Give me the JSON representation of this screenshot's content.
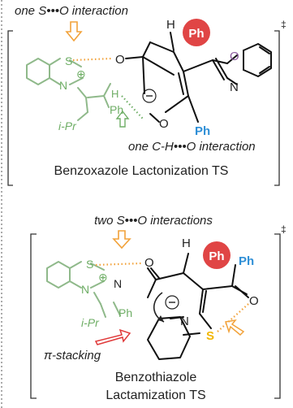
{
  "top_panel": {
    "annotation_top": "one S•••O interaction",
    "annotation_bottom": "one C-H•••O interaction",
    "caption": "Benzoxazole Lactonization TS",
    "dagger": "‡",
    "atoms": {
      "s": "S",
      "n": "N",
      "plus": "⊕",
      "o_carbonyl": "O",
      "h": "H",
      "ph_badge": "Ph",
      "o_oxazole": "O",
      "n_oxazole": "N",
      "o_enolate": "O",
      "minus": "⊖",
      "ph_blue": "Ph",
      "ph_green": "Ph",
      "h_green": "H",
      "ipr": "i-Pr"
    }
  },
  "bottom_panel": {
    "annotation_top": "two S•••O interactions",
    "pi_label": "π-stacking",
    "caption_line1": "Benzothiazole",
    "caption_line2": "Lactamization TS",
    "dagger": "‡",
    "atoms": {
      "s_left": "S",
      "n_left": "N",
      "plus": "⊕",
      "n_iminium": "N",
      "o_carbonyl": "O",
      "h": "H",
      "ph_badge": "Ph",
      "ph_blue": "Ph",
      "o_ketone": "O",
      "minus": "⊖",
      "n_thiazole": "N",
      "s_thiazole": "S",
      "ph_green": "Ph",
      "ipr": "i-Pr"
    }
  },
  "colors": {
    "orange": "#f2a23a",
    "green": "#6fae66",
    "light_green": "#8fb98a",
    "red_badge": "#e04545",
    "red_arrow": "#e03a3a",
    "blue": "#2f8fd6",
    "purple": "#8b5a9e",
    "sulfur_yellow": "#f2b705",
    "text": "#222222"
  }
}
